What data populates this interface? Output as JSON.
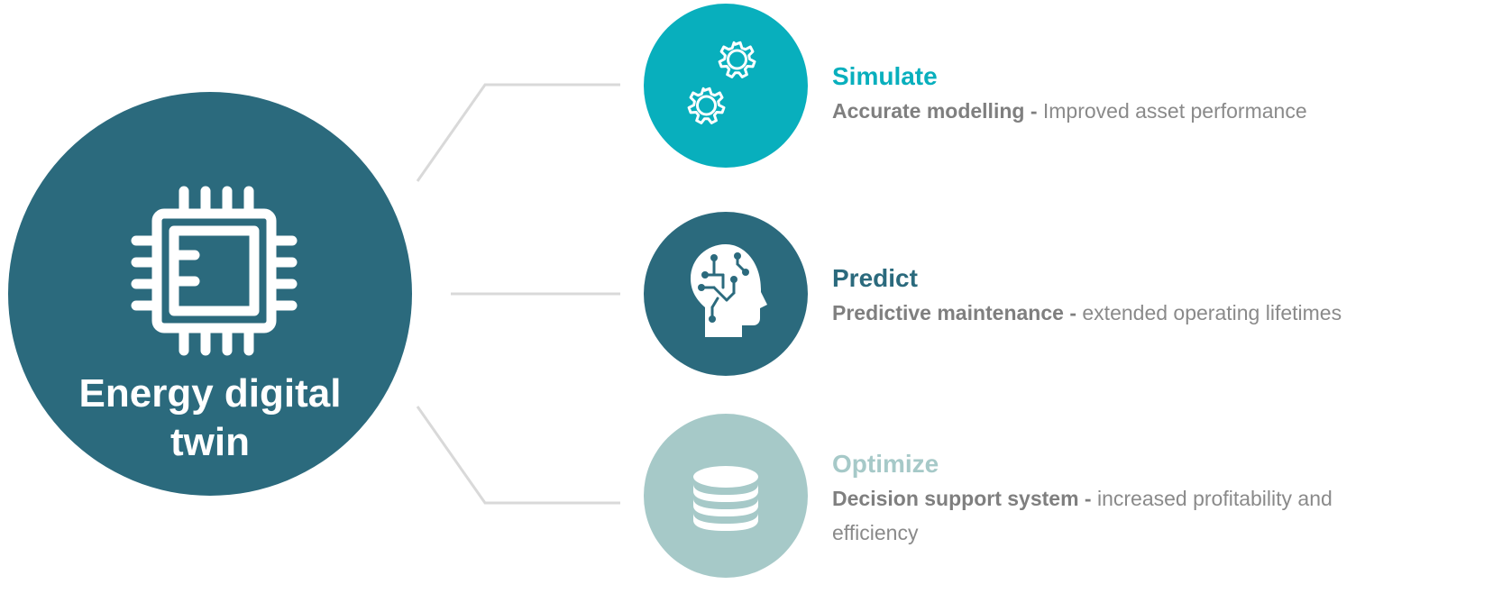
{
  "colors": {
    "main": "#2b6a7d",
    "simulate": "#08afbd",
    "predict": "#2b6a7d",
    "optimize": "#a6c9c8",
    "connector": "#d9d9d9",
    "description": "#8a8a8a"
  },
  "center": {
    "icon": "cpu-chip-icon",
    "title_line1": "Energy digital",
    "title_line2": "twin"
  },
  "nodes": [
    {
      "icon": "gears-icon",
      "title": "Simulate",
      "desc_bold": "Accurate modelling -",
      "desc_text": " Improved asset performance"
    },
    {
      "icon": "ai-head-icon",
      "title": "Predict",
      "desc_bold": "Predictive maintenance -",
      "desc_text": " extended operating lifetimes"
    },
    {
      "icon": "database-icon",
      "title": "Optimize",
      "desc_bold": "Decision support system -",
      "desc_text": " increased profitability and efficiency"
    }
  ]
}
